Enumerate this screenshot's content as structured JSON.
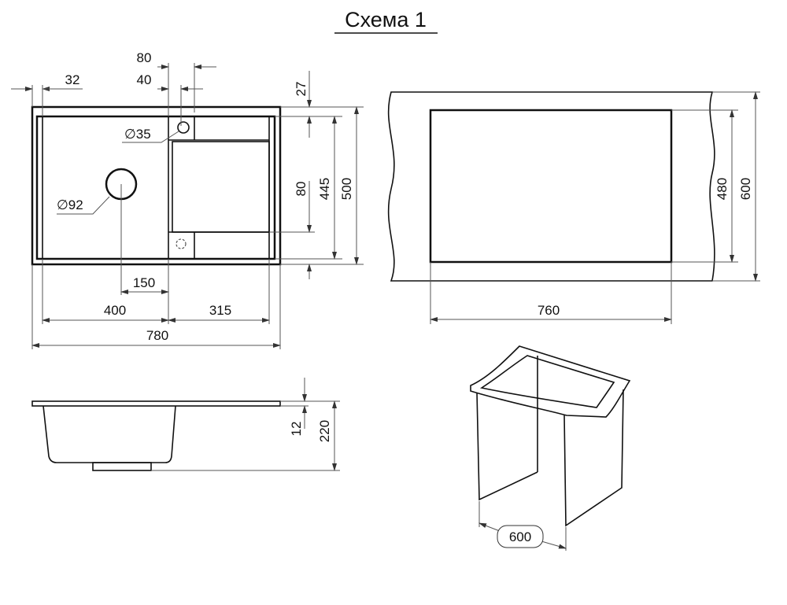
{
  "title": "Схема 1",
  "top_view": {
    "dims": {
      "d32": "32",
      "d80_top": "80",
      "d40": "40",
      "d27": "27",
      "d80_side": "80",
      "d445": "445",
      "d500": "500",
      "d150": "150",
      "d400": "400",
      "d315": "315",
      "d780": "780"
    },
    "holes": {
      "faucet": "∅35",
      "drain": "∅92"
    }
  },
  "cutout_view": {
    "dims": {
      "d760": "760",
      "d480": "480",
      "d600": "600"
    }
  },
  "side_view": {
    "dims": {
      "d12": "12",
      "d220": "220"
    }
  },
  "cabinet_view": {
    "dims": {
      "d600": "600"
    }
  }
}
